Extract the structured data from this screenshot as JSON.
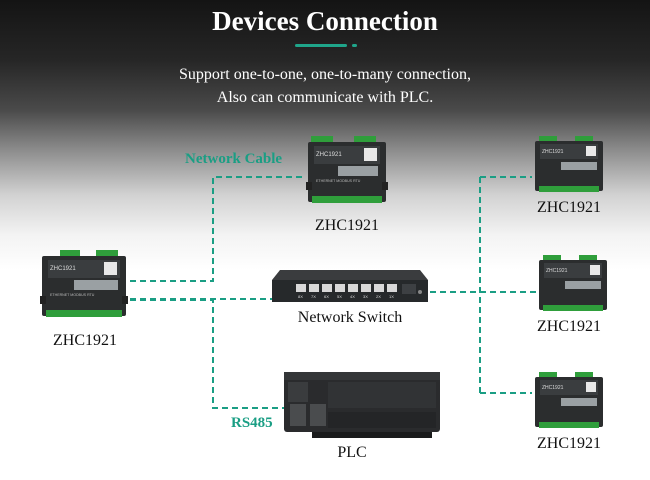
{
  "header": {
    "title": "Devices Connection",
    "subtitle_line1": "Support one-to-one, one-to-many connection,",
    "subtitle_line2": "Also can communicate with PLC."
  },
  "labels": {
    "network_cable": "Network Cable",
    "rs485": "RS485",
    "center_device": "ZHC1921",
    "left_device": "ZHC1921",
    "switch": "Network Switch",
    "plc": "PLC",
    "right_top": "ZHC1921",
    "right_mid": "ZHC1921",
    "right_bottom": "ZHC1921"
  },
  "device_print": {
    "model": "ZHC1921",
    "sub": "ETHERNET  MODBUS RTU"
  },
  "switch_ports": [
    "8X",
    "7X",
    "6X",
    "5X",
    "4X",
    "3X",
    "2X",
    "1X"
  ],
  "colors": {
    "accent": "#1a9e84",
    "device_body": "#2b2d2e",
    "terminal": "#2f9e3b"
  }
}
